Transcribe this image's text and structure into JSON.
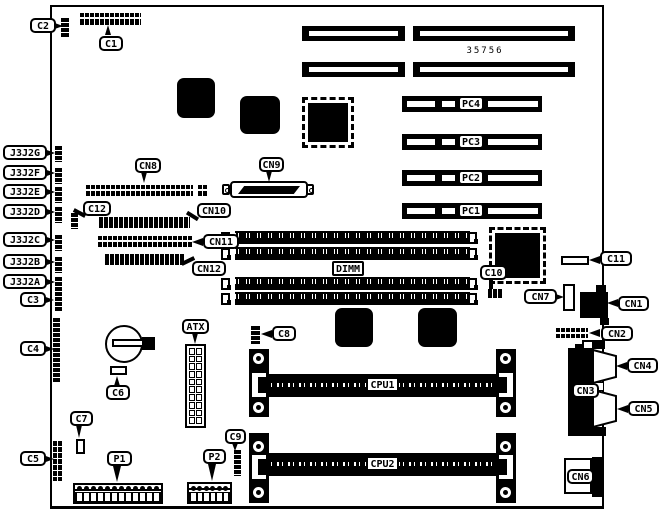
{
  "board_number": "35756",
  "labels": {
    "c1": "C1",
    "c2": "C2",
    "c3": "C3",
    "c4": "C4",
    "c5": "C5",
    "c6": "C6",
    "c7": "C7",
    "c8": "C8",
    "c9": "C9",
    "c10": "C10",
    "c11": "C11",
    "c12": "C12",
    "cn1": "CN1",
    "cn2": "CN2",
    "cn3": "CN3",
    "cn4": "CN4",
    "cn5": "CN5",
    "cn6": "CN6",
    "cn7": "CN7",
    "cn8": "CN8",
    "cn9": "CN9",
    "cn10": "CN10",
    "cn11": "CN11",
    "cn12": "CN12",
    "j3j2a": "J3J2A",
    "j3j2b": "J3J2B",
    "j3j2c": "J3J2C",
    "j3j2d": "J3J2D",
    "j3j2e": "J3J2E",
    "j3j2f": "J3J2F",
    "j3j2g": "J3J2G",
    "pc1": "PC1",
    "pc2": "PC2",
    "pc3": "PC3",
    "pc4": "PC4",
    "cpu1": "CPU1",
    "cpu2": "CPU2",
    "dimm": "DIMM",
    "atx": "ATX",
    "p1": "P1",
    "p2": "P2"
  }
}
